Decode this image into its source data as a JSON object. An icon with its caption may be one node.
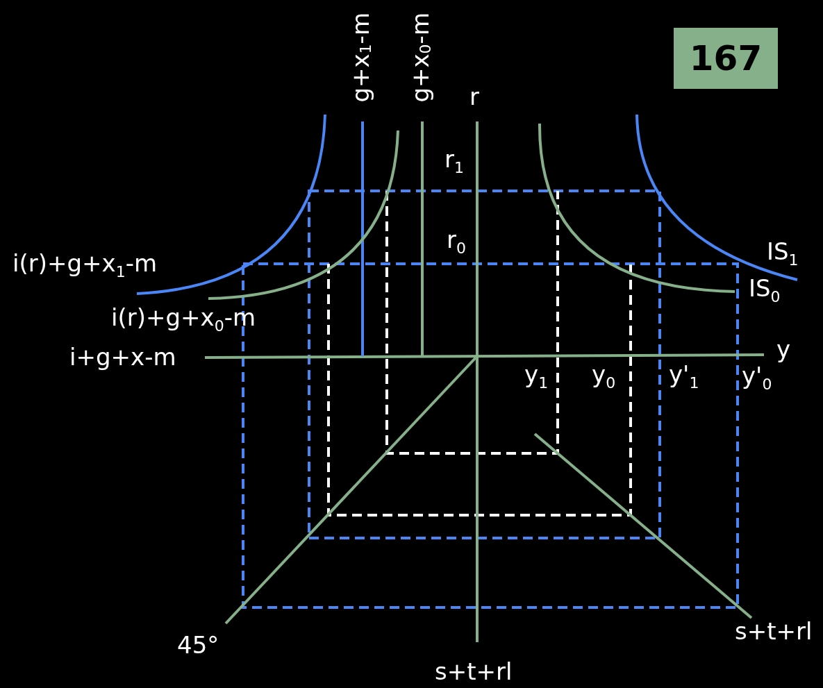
{
  "diagram": {
    "nodes": [
      {
        "text": [
          "167"
        ]
      }
    ],
    "labels": [
      "g+x$_{1}$-m",
      "g+x$_{0}$-m",
      "r",
      "r$_{1}$",
      "r$_{0}$",
      "i(r)+g+x$_{1}$-m",
      "IS$_{1}$",
      "IS$_{0}$",
      "i(r)+g+x$_{0}$-m",
      "i+g+x-m",
      "y",
      "y$_{1}$",
      "y$_{0}$",
      "y'$_{1}$",
      "y'$_{0}$",
      "45°",
      "s+t+rl",
      "s+t+rl"
    ]
  }
}
